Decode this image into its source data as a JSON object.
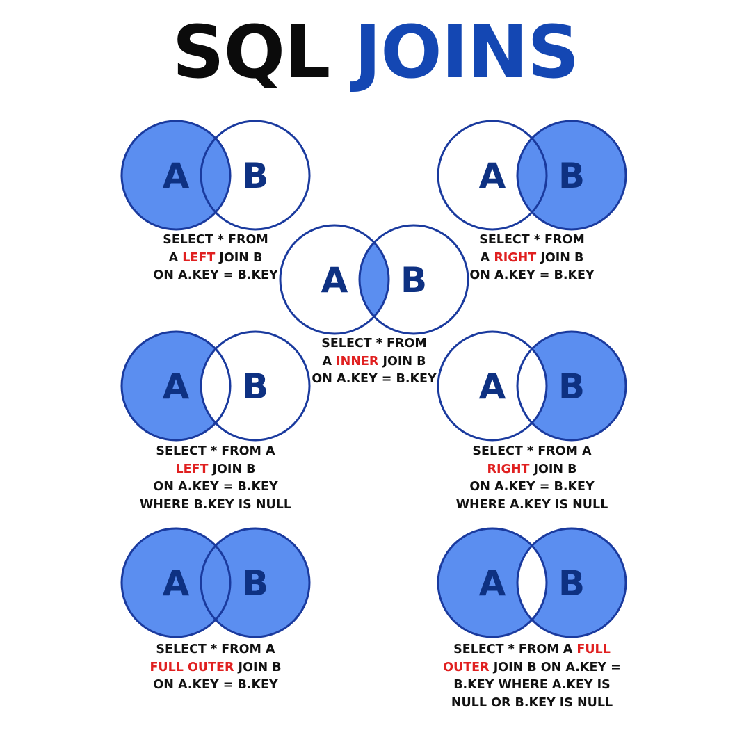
{
  "title": {
    "part1": "SQL",
    "part2": "JOINS"
  },
  "colors": {
    "title_dark": "#0b0b0b",
    "title_blue": "#1447b3",
    "fill": "#5b8ef0",
    "stroke": "#1a3a9e",
    "letter": "#0e3182",
    "highlight": "#e02020",
    "text": "#111111"
  },
  "circle_labels": {
    "a": "A",
    "b": "B"
  },
  "joins": [
    {
      "id": "left-join",
      "shade": "left",
      "lines": [
        [
          {
            "t": "SELECT * FROM"
          }
        ],
        [
          {
            "t": "A "
          },
          {
            "t": "LEFT",
            "hl": true
          },
          {
            "t": " JOIN B"
          }
        ],
        [
          {
            "t": "ON A.KEY = B.KEY"
          }
        ]
      ]
    },
    {
      "id": "right-join",
      "shade": "right",
      "lines": [
        [
          {
            "t": "SELECT * FROM"
          }
        ],
        [
          {
            "t": "A "
          },
          {
            "t": "RIGHT",
            "hl": true
          },
          {
            "t": " JOIN B"
          }
        ],
        [
          {
            "t": "ON A.KEY = B.KEY"
          }
        ]
      ]
    },
    {
      "id": "inner-join",
      "shade": "inner",
      "lines": [
        [
          {
            "t": "SELECT * FROM"
          }
        ],
        [
          {
            "t": "A "
          },
          {
            "t": "INNER",
            "hl": true
          },
          {
            "t": " JOIN B"
          }
        ],
        [
          {
            "t": "ON A.KEY = B.KEY"
          }
        ]
      ]
    },
    {
      "id": "left-join-null",
      "shade": "left-only",
      "lines": [
        [
          {
            "t": "SELECT * FROM A"
          }
        ],
        [
          {
            "t": "LEFT",
            "hl": true
          },
          {
            "t": " JOIN B"
          }
        ],
        [
          {
            "t": "ON A.KEY = B.KEY"
          }
        ],
        [
          {
            "t": "WHERE B.KEY IS NULL"
          }
        ]
      ]
    },
    {
      "id": "right-join-null",
      "shade": "right-only",
      "lines": [
        [
          {
            "t": "SELECT * FROM A"
          }
        ],
        [
          {
            "t": "RIGHT",
            "hl": true
          },
          {
            "t": " JOIN B"
          }
        ],
        [
          {
            "t": "ON A.KEY = B.KEY"
          }
        ],
        [
          {
            "t": "WHERE A.KEY IS NULL"
          }
        ]
      ]
    },
    {
      "id": "full-outer-join",
      "shade": "full",
      "lines": [
        [
          {
            "t": "SELECT * FROM A"
          }
        ],
        [
          {
            "t": "FULL OUTER",
            "hl": true
          },
          {
            "t": " JOIN B"
          }
        ],
        [
          {
            "t": "ON A.KEY = B.KEY"
          }
        ]
      ]
    },
    {
      "id": "full-outer-join-null",
      "shade": "outer-only",
      "lines": [
        [
          {
            "t": "SELECT * FROM A "
          },
          {
            "t": "FULL",
            "hl": true
          }
        ],
        [
          {
            "t": "OUTER",
            "hl": true
          },
          {
            "t": " JOIN B ON A.KEY ="
          }
        ],
        [
          {
            "t": "B.KEY WHERE A.KEY IS"
          }
        ],
        [
          {
            "t": "NULL OR B.KEY IS NULL"
          }
        ]
      ]
    }
  ]
}
